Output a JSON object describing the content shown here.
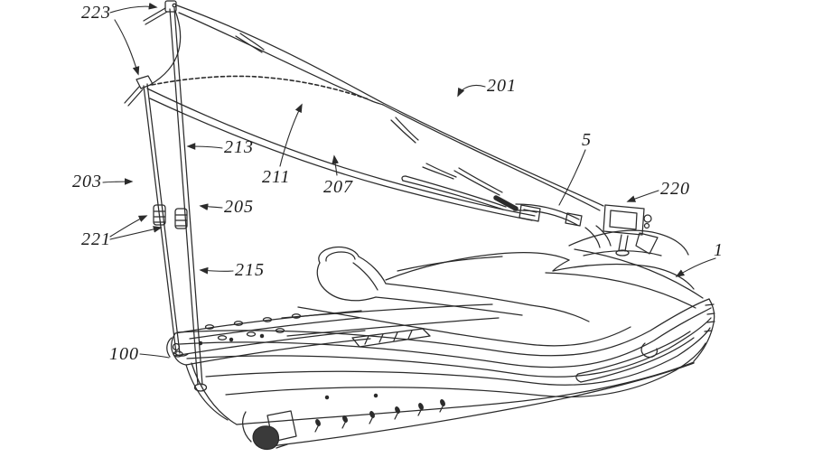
{
  "figure": {
    "type": "patent-line-drawing",
    "subject": "Personal watercraft with collapsible canopy assembly, perspective view",
    "background_color": "#ffffff",
    "line_color": "#2b2b2b",
    "labels": [
      {
        "text": "223"
      },
      {
        "text": "213"
      },
      {
        "text": "203"
      },
      {
        "text": "205"
      },
      {
        "text": "221"
      },
      {
        "text": "215"
      },
      {
        "text": "100"
      },
      {
        "text": "211"
      },
      {
        "text": "207"
      },
      {
        "text": "201"
      },
      {
        "text": "5"
      },
      {
        "text": "220"
      },
      {
        "text": "1"
      }
    ]
  }
}
